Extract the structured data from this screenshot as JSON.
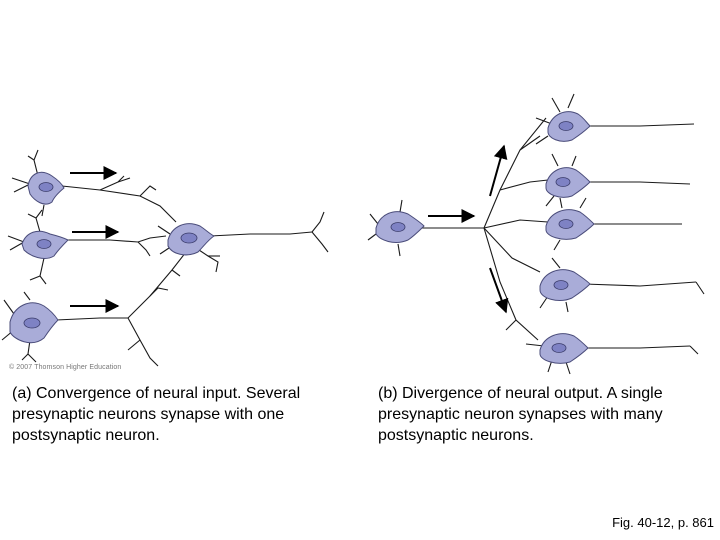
{
  "panel_a": {
    "caption": "(a) Convergence of neural input. Several presynaptic neurons synapse with one postsynaptic neuron."
  },
  "panel_b": {
    "caption": "(b) Divergence of neural output. A single presynaptic neuron synapses with many postsynaptic neurons."
  },
  "copyright": "© 2007 Thomson Higher Education",
  "figure_reference": "Fig. 40-12, p. 861",
  "colors": {
    "soma_fill": "#a9acd8",
    "soma_stroke": "#4a4c7a",
    "nucleus_fill": "#7e82c4",
    "process_stroke": "#1a1a1a",
    "arrow": "#000000"
  }
}
